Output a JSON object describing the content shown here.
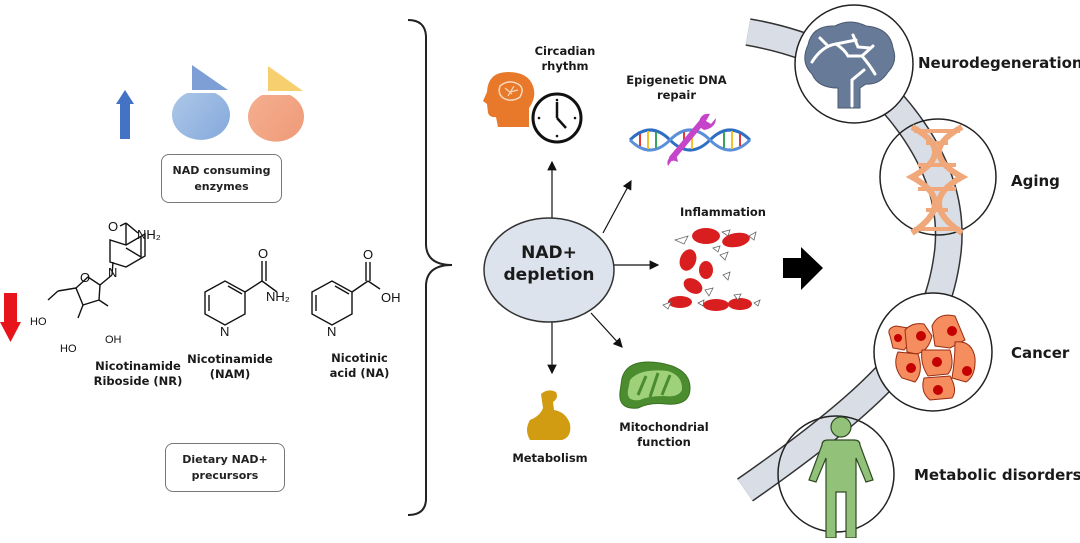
{
  "figure": {
    "left_panel": {
      "enzymes_box": "NAD consuming\nenzymes",
      "precursors_box": "Dietary NAD+\nprecursors",
      "up_arrow_color": "#4472c4",
      "down_arrow_color": "#e8141b",
      "molecules": [
        {
          "name": "Nicotinamide\nRiboside (NR)",
          "atoms": {
            "o": "O",
            "nh2": "NH₂",
            "n": "N",
            "ring_o": "O",
            "ho1": "HO",
            "ho2": "HO",
            "oh": "OH"
          }
        },
        {
          "name": "Nicotinamide\n(NAM)",
          "atoms": {
            "o": "O",
            "nh2": "NH₂",
            "n": "N"
          }
        },
        {
          "name": "Nicotinic\nacid (NA)",
          "atoms": {
            "o": "O",
            "oh": "OH",
            "n": "N"
          }
        }
      ]
    },
    "center": {
      "node": "NAD+\ndepletion",
      "node_color": "#dde3ed",
      "effects": [
        {
          "id": "circadian",
          "label": "Circadian\nrhythm"
        },
        {
          "id": "epigenetic",
          "label": "Epigenetic DNA\nrepair"
        },
        {
          "id": "inflammation",
          "label": "Inflammation"
        },
        {
          "id": "mitochondrial",
          "label": "Mitochondrial\nfunction"
        },
        {
          "id": "metabolism",
          "label": "Metabolism"
        }
      ]
    },
    "right_panel": {
      "diseases": [
        {
          "label": "Neurodegeneration",
          "icon": "brain-icon"
        },
        {
          "label": "Aging",
          "icon": "dna-icon"
        },
        {
          "label": "Cancer",
          "icon": "cancer-cells-icon"
        },
        {
          "label": "Metabolic disorders",
          "icon": "person-icon"
        }
      ],
      "path_color": "#d9dee6"
    }
  }
}
